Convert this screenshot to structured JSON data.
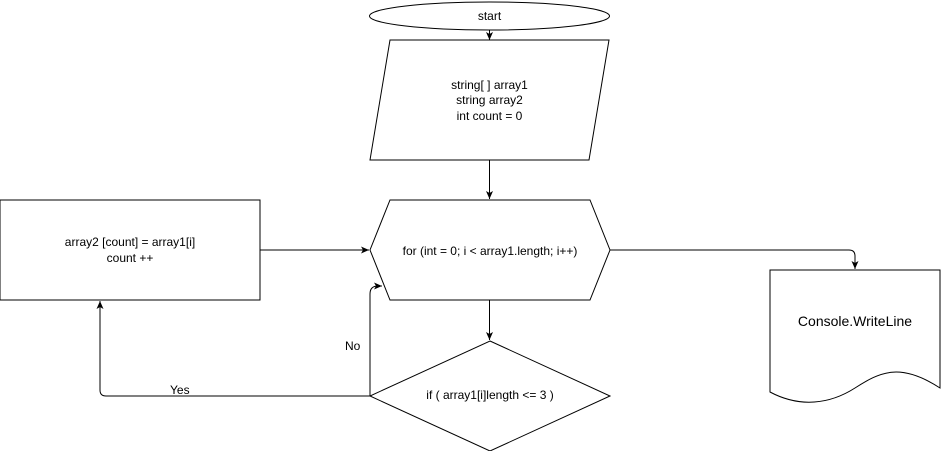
{
  "nodes": {
    "start": {
      "label": "start"
    },
    "declarations": {
      "lines": [
        "string[ ] array1",
        "string array2",
        "int count = 0"
      ]
    },
    "loop": {
      "label": "for (int = 0; i  < array1.length; i++)"
    },
    "assign": {
      "lines": [
        "array2 [count] = array1[i]",
        "count ++"
      ]
    },
    "condition": {
      "label": "if ( array1[i]length <= 3 )"
    },
    "output": {
      "label": "Console.WriteLine"
    }
  },
  "edge_labels": {
    "no": "No",
    "yes": "Yes"
  }
}
